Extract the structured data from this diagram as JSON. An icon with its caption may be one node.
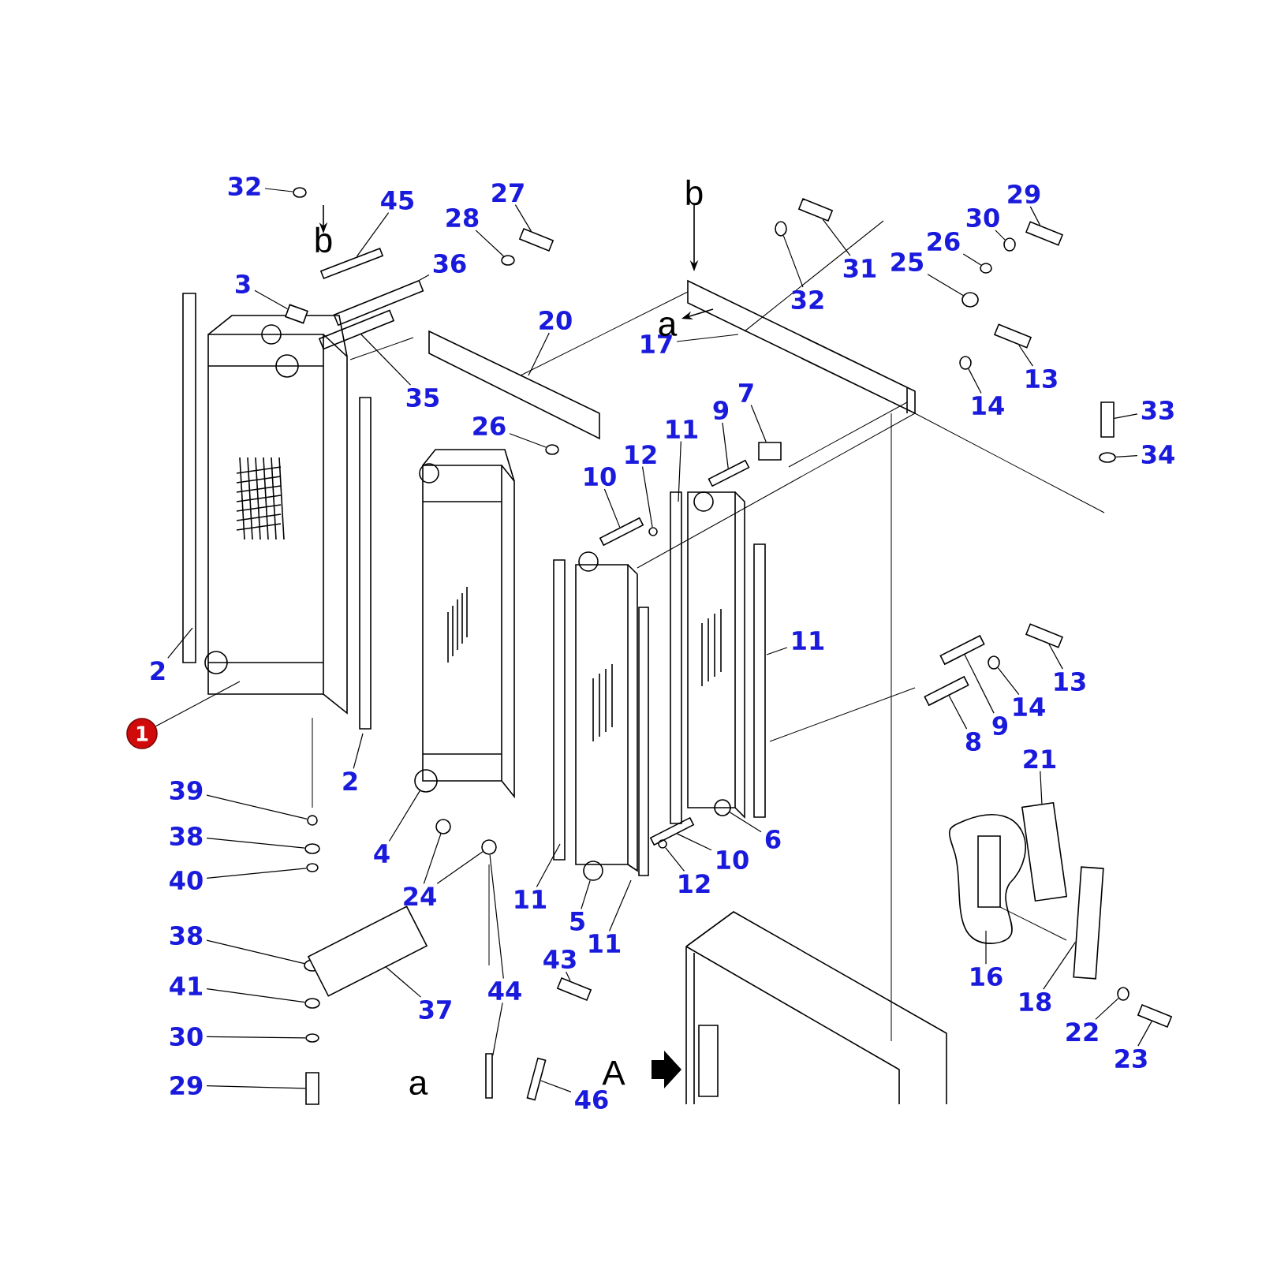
{
  "diagram": {
    "nodes": [
      {
        "text": [
          "32"
        ]
      },
      {
        "text": [
          "45"
        ]
      },
      {
        "text": [
          "28"
        ]
      },
      {
        "text": [
          "27"
        ]
      },
      {
        "text": [
          "3"
        ]
      },
      {
        "text": [
          "36"
        ]
      },
      {
        "text": [
          "35"
        ]
      },
      {
        "text": [
          "20"
        ]
      },
      {
        "text": [
          "26"
        ]
      },
      {
        "text": [
          "2"
        ]
      },
      {
        "text": [
          "1"
        ]
      },
      {
        "text": [
          "2"
        ]
      },
      {
        "text": [
          "39"
        ]
      },
      {
        "text": [
          "38"
        ]
      },
      {
        "text": [
          "40"
        ]
      },
      {
        "text": [
          "38"
        ]
      },
      {
        "text": [
          "41"
        ]
      },
      {
        "text": [
          "30"
        ]
      },
      {
        "text": [
          "29"
        ]
      },
      {
        "text": [
          "4"
        ]
      },
      {
        "text": [
          "24"
        ]
      },
      {
        "text": [
          "37"
        ]
      },
      {
        "text": [
          "44"
        ]
      },
      {
        "text": [
          "43"
        ]
      },
      {
        "text": [
          "46"
        ]
      },
      {
        "text": [
          "11"
        ]
      },
      {
        "text": [
          "5"
        ]
      },
      {
        "text": [
          "11"
        ]
      },
      {
        "text": [
          "12"
        ]
      },
      {
        "text": [
          "10"
        ]
      },
      {
        "text": [
          "6"
        ]
      },
      {
        "text": [
          "11"
        ]
      },
      {
        "text": [
          "10"
        ]
      },
      {
        "text": [
          "12"
        ]
      },
      {
        "text": [
          "11"
        ]
      },
      {
        "text": [
          "9"
        ]
      },
      {
        "text": [
          "7"
        ]
      },
      {
        "text": [
          "17"
        ]
      },
      {
        "text": [
          "32"
        ]
      },
      {
        "text": [
          "31"
        ]
      },
      {
        "text": [
          "25"
        ]
      },
      {
        "text": [
          "26"
        ]
      },
      {
        "text": [
          "30"
        ]
      },
      {
        "text": [
          "29"
        ]
      },
      {
        "text": [
          "13"
        ]
      },
      {
        "text": [
          "14"
        ]
      },
      {
        "text": [
          "33"
        ]
      },
      {
        "text": [
          "34"
        ]
      },
      {
        "text": [
          "13"
        ]
      },
      {
        "text": [
          "14"
        ]
      },
      {
        "text": [
          "9"
        ]
      },
      {
        "text": [
          "8"
        ]
      },
      {
        "text": [
          "21"
        ]
      },
      {
        "text": [
          "16"
        ]
      },
      {
        "text": [
          "18"
        ]
      },
      {
        "text": [
          "22"
        ]
      },
      {
        "text": [
          "23"
        ]
      },
      {
        "text": [],
        "shape": "circle"
      },
      {
        "text": [],
        "shape": "bar"
      },
      {
        "text": [],
        "shape": "circle"
      },
      {
        "text": [],
        "shape": "bolt"
      },
      {
        "text": [],
        "shape": "box"
      },
      {
        "text": [],
        "shape": "bar"
      },
      {
        "text": [],
        "shape": "bar"
      },
      {
        "text": [],
        "shape": "circle"
      },
      {
        "text": [],
        "shape": "circle"
      },
      {
        "text": [],
        "shape": "circle"
      },
      {
        "text": [],
        "shape": "circle"
      },
      {
        "text": [],
        "shape": "circle"
      },
      {
        "text": [],
        "shape": "circle"
      },
      {
        "text": [],
        "shape": "circle"
      },
      {
        "text": [],
        "shape": "bolt"
      },
      {
        "text": [],
        "shape": "circle"
      },
      {
        "text": [],
        "shape": "circle"
      },
      {
        "text": [],
        "shape": "box"
      },
      {
        "text": [],
        "shape": "bar"
      },
      {
        "text": [],
        "shape": "bolt"
      },
      {
        "text": [],
        "shape": "bar"
      },
      {
        "text": [],
        "shape": "circle"
      },
      {
        "text": [],
        "shape": "bar"
      },
      {
        "text": [],
        "shape": "bar"
      },
      {
        "text": [],
        "shape": "circle"
      },
      {
        "text": [],
        "shape": "bar"
      },
      {
        "text": [],
        "shape": "box"
      },
      {
        "text": [],
        "shape": "circle"
      },
      {
        "text": [],
        "shape": "bolt"
      },
      {
        "text": [],
        "shape": "circle"
      },
      {
        "text": [],
        "shape": "circle"
      },
      {
        "text": [],
        "shape": "circle"
      },
      {
        "text": [],
        "shape": "bolt"
      },
      {
        "text": [],
        "shape": "bolt"
      },
      {
        "text": [],
        "shape": "circle"
      },
      {
        "text": [],
        "shape": "bolt"
      },
      {
        "text": [],
        "shape": "circle"
      },
      {
        "text": [],
        "shape": "bolt"
      },
      {
        "text": [],
        "shape": "circle"
      },
      {
        "text": [],
        "shape": "bar"
      },
      {
        "text": [],
        "shape": "bar"
      },
      {
        "text": [],
        "shape": "box"
      },
      {
        "text": [],
        "shape": "box"
      },
      {
        "text": [],
        "shape": "circle"
      },
      {
        "text": [],
        "shape": "bolt"
      },
      {
        "text": [],
        "shape": "circle"
      },
      {
        "text": [],
        "shape": "circle"
      },
      {
        "text": [],
        "shape": "circle"
      }
    ],
    "edges": [
      {
        "from": 0,
        "to": 57,
        "arrow": "none"
      },
      {
        "from": 1,
        "to": 58,
        "arrow": "none"
      },
      {
        "from": 2,
        "to": 59,
        "arrow": "none"
      },
      {
        "from": 3,
        "to": 60,
        "arrow": "none"
      },
      {
        "from": 4,
        "to": 61,
        "arrow": "none"
      },
      {
        "from": 5,
        "to": 62,
        "arrow": "none"
      },
      {
        "from": 6,
        "to": 63,
        "arrow": "none"
      },
      {
        "from": 7,
        "to": null,
        "arrow": "none"
      },
      {
        "from": 8,
        "to": 64,
        "arrow": "none"
      },
      {
        "from": 9,
        "to": null,
        "arrow": "none"
      },
      {
        "from": 10,
        "to": null,
        "arrow": "none"
      },
      {
        "from": 11,
        "to": null,
        "arrow": "none"
      },
      {
        "from": 12,
        "to": 65,
        "arrow": "none"
      },
      {
        "from": 13,
        "to": 66,
        "arrow": "none"
      },
      {
        "from": 14,
        "to": 67,
        "arrow": "none"
      },
      {
        "from": 15,
        "to": 68,
        "arrow": "none"
      },
      {
        "from": 16,
        "to": 69,
        "arrow": "none"
      },
      {
        "from": 17,
        "to": 70,
        "arrow": "none"
      },
      {
        "from": 18,
        "to": 71,
        "arrow": "none"
      },
      {
        "from": 19,
        "to": 102,
        "arrow": "none"
      },
      {
        "from": 20,
        "to": 72,
        "arrow": "none"
      },
      {
        "from": 20,
        "to": 73,
        "arrow": "none"
      },
      {
        "from": 21,
        "to": 74,
        "arrow": "none"
      },
      {
        "from": 22,
        "to": 73,
        "arrow": "none"
      },
      {
        "from": 22,
        "to": 75,
        "arrow": "none"
      },
      {
        "from": 23,
        "to": 76,
        "arrow": "none"
      },
      {
        "from": 24,
        "to": 77,
        "arrow": "none"
      },
      {
        "from": 25,
        "to": null,
        "arrow": "none"
      },
      {
        "from": 26,
        "to": 103,
        "arrow": "none"
      },
      {
        "from": 27,
        "to": null,
        "arrow": "none"
      },
      {
        "from": 28,
        "to": 78,
        "arrow": "none"
      },
      {
        "from": 29,
        "to": 79,
        "arrow": "none"
      },
      {
        "from": 30,
        "to": 104,
        "arrow": "none"
      },
      {
        "from": 31,
        "to": null,
        "arrow": "none"
      },
      {
        "from": 32,
        "to": 80,
        "arrow": "none"
      },
      {
        "from": 33,
        "to": 81,
        "arrow": "none"
      },
      {
        "from": 34,
        "to": null,
        "arrow": "none"
      },
      {
        "from": 35,
        "to": 82,
        "arrow": "none"
      },
      {
        "from": 36,
        "to": 83,
        "arrow": "none"
      },
      {
        "from": 37,
        "to": null,
        "arrow": "none"
      },
      {
        "from": 38,
        "to": 84,
        "arrow": "none"
      },
      {
        "from": 39,
        "to": 85,
        "arrow": "none"
      },
      {
        "from": 40,
        "to": 86,
        "arrow": "none"
      },
      {
        "from": 41,
        "to": 87,
        "arrow": "none"
      },
      {
        "from": 42,
        "to": 88,
        "arrow": "none"
      },
      {
        "from": 43,
        "to": 89,
        "arrow": "none"
      },
      {
        "from": 44,
        "to": 90,
        "arrow": "none"
      },
      {
        "from": 45,
        "to": 91,
        "arrow": "none"
      },
      {
        "from": 46,
        "to": 92,
        "arrow": "none"
      },
      {
        "from": 47,
        "to": 93,
        "arrow": "none"
      },
      {
        "from": 48,
        "to": 94,
        "arrow": "none"
      },
      {
        "from": 49,
        "to": 95,
        "arrow": "none"
      },
      {
        "from": 50,
        "to": 96,
        "arrow": "none"
      },
      {
        "from": 51,
        "to": 97,
        "arrow": "none"
      },
      {
        "from": 52,
        "to": 98,
        "arrow": "none"
      },
      {
        "from": 53,
        "to": null,
        "arrow": "none"
      },
      {
        "from": 54,
        "to": 99,
        "arrow": "none"
      },
      {
        "from": 55,
        "to": 100,
        "arrow": "none"
      },
      {
        "from": 56,
        "to": 101,
        "arrow": "none"
      }
    ],
    "labels": [
      "b",
      "b",
      "a",
      "a",
      "A"
    ]
  }
}
